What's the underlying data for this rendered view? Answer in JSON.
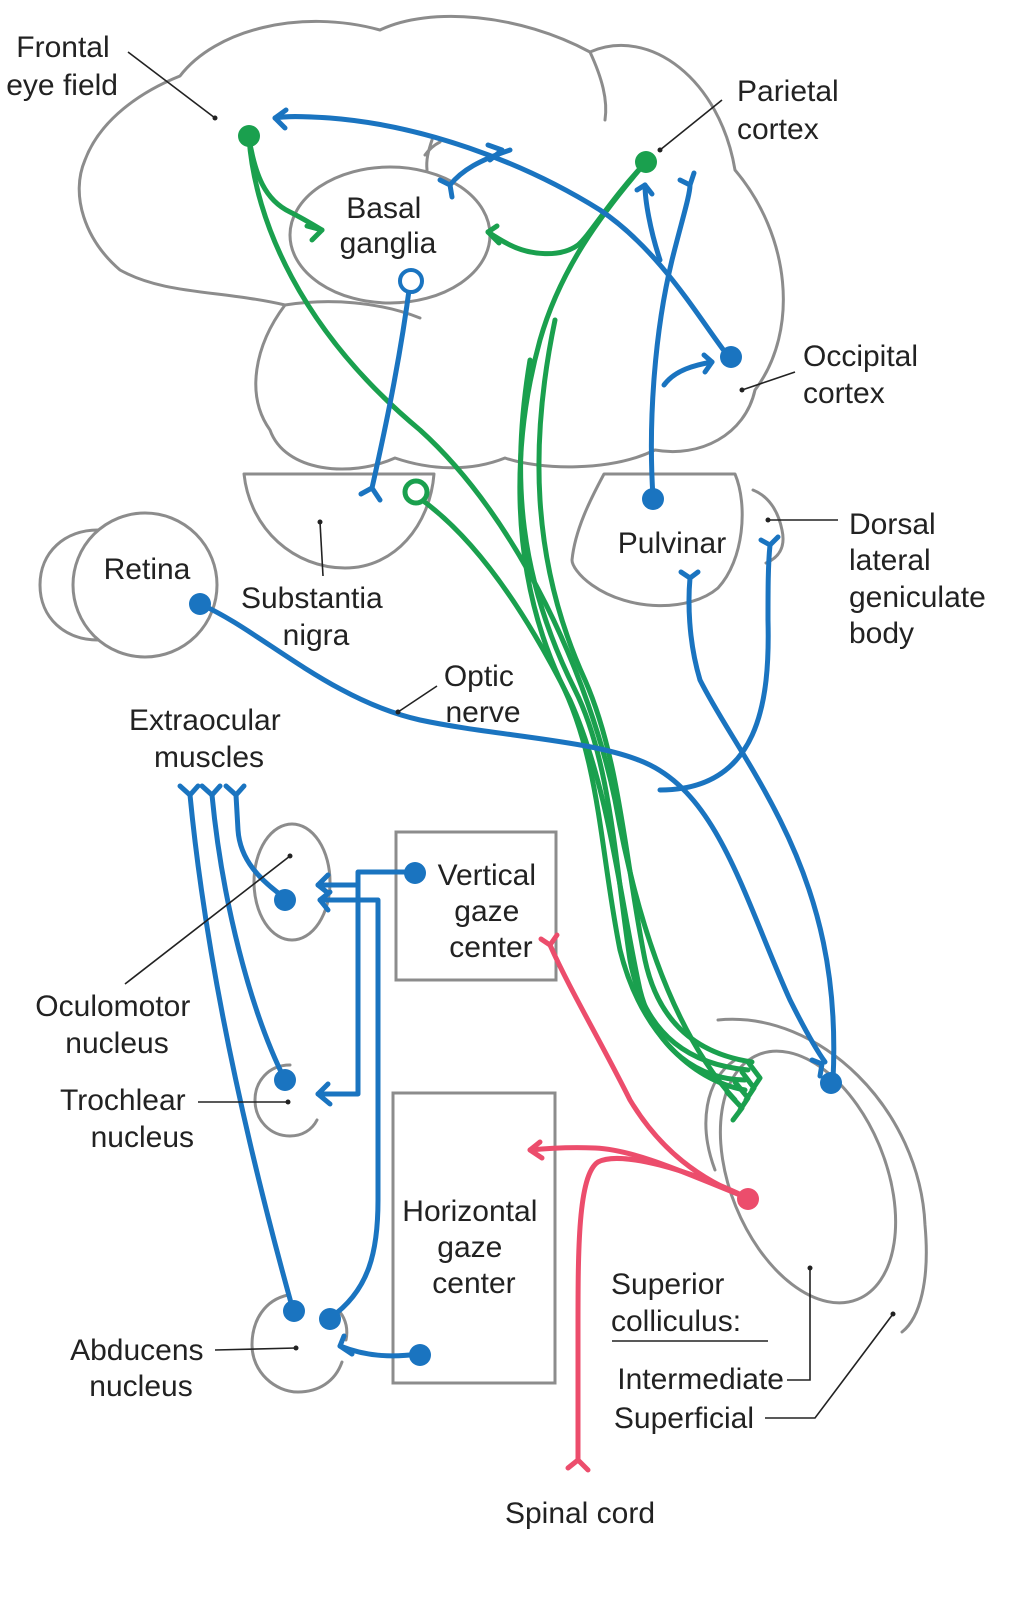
{
  "colors": {
    "blue": "#1a74c0",
    "green": "#1aa04e",
    "red": "#ec4d6c",
    "outline": "#8c8c8c",
    "text": "#222222"
  },
  "labels": {
    "frontal_eye_field": [
      "Frontal",
      "eye field"
    ],
    "parietal_cortex": [
      "Parietal",
      "cortex"
    ],
    "basal_ganglia": [
      "Basal",
      "ganglia"
    ],
    "occipital_cortex": [
      "Occipital",
      "cortex"
    ],
    "substantia_nigra": [
      "Substantia",
      "nigra"
    ],
    "pulvinar": [
      "Pulvinar"
    ],
    "dorsal_lateral_geniculate_body": [
      "Dorsal",
      "lateral",
      "geniculate",
      "body"
    ],
    "retina": [
      "Retina"
    ],
    "optic_nerve": [
      "Optic",
      "nerve"
    ],
    "extraocular_muscles": [
      "Extraocular",
      "muscles"
    ],
    "vertical_gaze_center": [
      "Vertical",
      "gaze",
      "center"
    ],
    "oculomotor_nucleus": [
      "Oculomotor",
      "nucleus"
    ],
    "trochlear_nucleus": [
      "Trochlear",
      "nucleus"
    ],
    "horizontal_gaze_center": [
      "Horizontal",
      "gaze",
      "center"
    ],
    "superior_colliculus": [
      "Superior",
      "colliculus:"
    ],
    "intermediate": [
      "Intermediate"
    ],
    "superficial": [
      "Superficial"
    ],
    "abducens_nucleus": [
      "Abducens",
      "nucleus"
    ],
    "spinal_cord": [
      "Spinal cord"
    ]
  }
}
